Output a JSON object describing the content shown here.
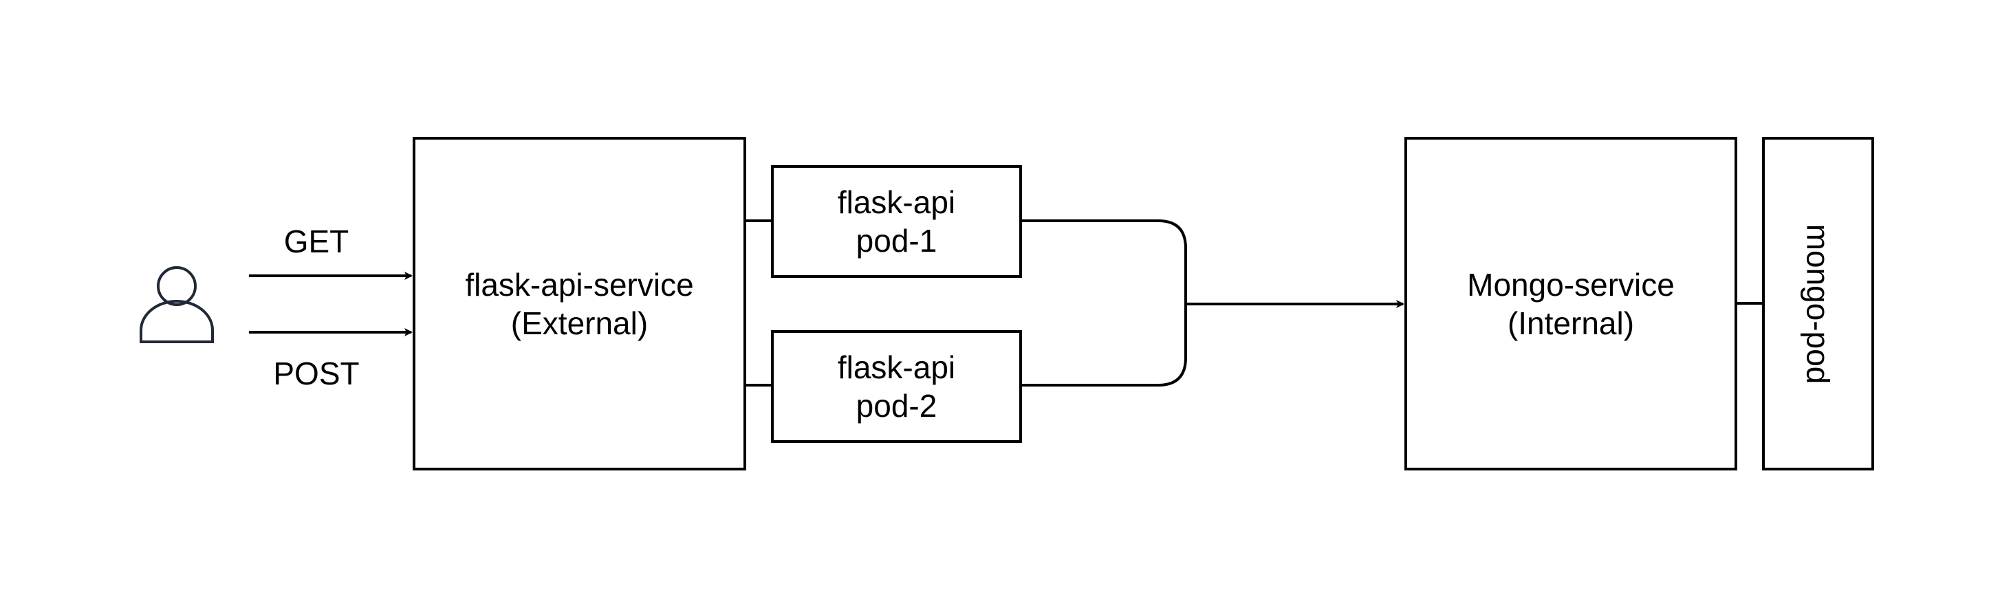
{
  "nodes": {
    "user": {
      "icon": "user-icon"
    },
    "flask_api_service": {
      "line1": "flask-api-service",
      "line2": "(External)"
    },
    "pod1": {
      "line1": "flask-api",
      "line2": "pod-1"
    },
    "pod2": {
      "line1": "flask-api",
      "line2": "pod-2"
    },
    "mongo_service": {
      "line1": "Mongo-service",
      "line2": "(Internal)"
    },
    "mongo_pod": {
      "label": "mongo-pod"
    }
  },
  "edges": {
    "get_label": "GET",
    "post_label": "POST"
  },
  "colors": {
    "stroke": "#000000",
    "user_icon_stroke": "#1f2937",
    "background": "#ffffff"
  }
}
